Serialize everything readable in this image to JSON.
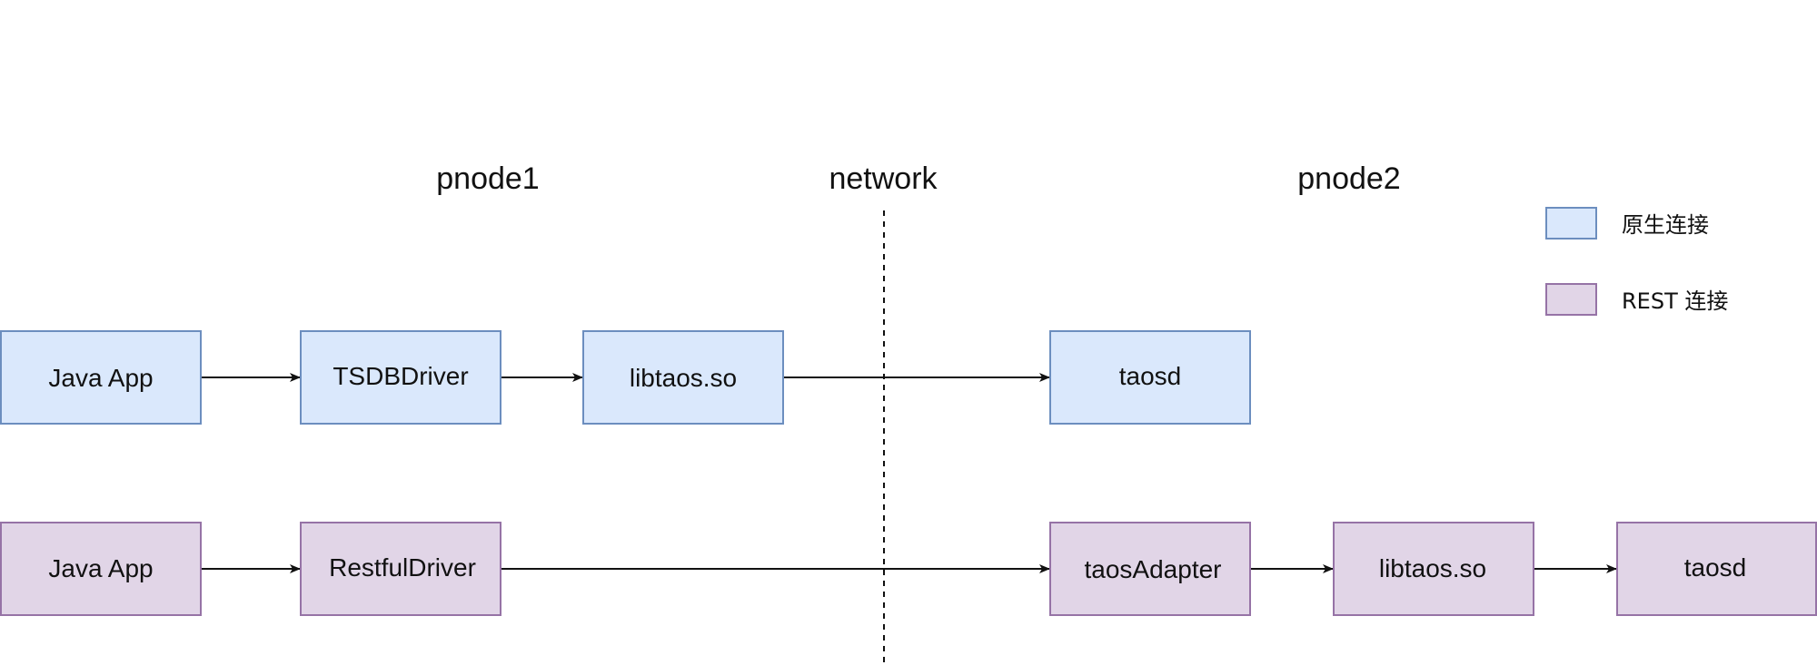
{
  "headers": {
    "left": "pnode1",
    "middle": "network",
    "right": "pnode2"
  },
  "colors": {
    "native_fill": "#dae8fc",
    "native_stroke": "#6c8ebf",
    "rest_fill": "#e1d5e7",
    "rest_stroke": "#9673a6",
    "line": "#111111"
  },
  "legend": {
    "native_label": "原生连接",
    "rest_label": "REST 连接"
  },
  "native_row": {
    "java_app": "Java App",
    "driver": "TSDBDriver",
    "lib": "libtaos.so",
    "server": "taosd"
  },
  "rest_row": {
    "java_app": "Java App",
    "driver": "RestfulDriver",
    "adapter": "taosAdapter",
    "lib": "libtaos.so",
    "server": "taosd"
  }
}
